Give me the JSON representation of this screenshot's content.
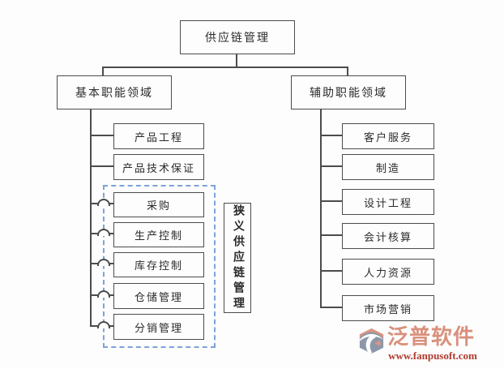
{
  "diagram": {
    "root": {
      "label": "供应链管理"
    },
    "left_branch": {
      "header": "基本职能领域",
      "items": [
        {
          "label": "产品工程",
          "in_narrow_scope": false
        },
        {
          "label": "产品技术保证",
          "in_narrow_scope": false
        },
        {
          "label": "采购",
          "in_narrow_scope": true
        },
        {
          "label": "生产控制",
          "in_narrow_scope": true
        },
        {
          "label": "库存控制",
          "in_narrow_scope": true
        },
        {
          "label": "仓储管理",
          "in_narrow_scope": true
        },
        {
          "label": "分销管理",
          "in_narrow_scope": true
        }
      ]
    },
    "right_branch": {
      "header": "辅助职能领域",
      "items": [
        {
          "label": "客户服务"
        },
        {
          "label": "制造"
        },
        {
          "label": "设计工程"
        },
        {
          "label": "会计核算"
        },
        {
          "label": "人力资源"
        },
        {
          "label": "市场营销"
        }
      ]
    },
    "narrow_scope_label": "狭义供应链管理"
  },
  "watermark": {
    "brand": "泛普软件",
    "url": "www.fanpusoft.com"
  },
  "colors": {
    "box_border": "#4c4c4c",
    "dashed_border": "#7da2d8",
    "brand_salmon": "#d9907c",
    "brand_gray": "#8d97a8",
    "url_red": "#b03a2e"
  }
}
